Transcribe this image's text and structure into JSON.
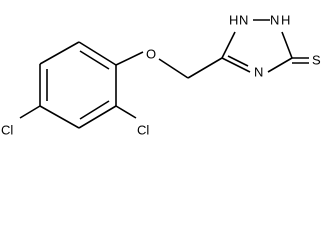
{
  "molecule": {
    "labels": {
      "O": "O",
      "NH1": "H",
      "NH1_N": "N",
      "NH2": "N",
      "NH2_H": "H",
      "N4": "N",
      "S": "S",
      "Cl1": "Cl",
      "Cl2": "Cl"
    }
  }
}
